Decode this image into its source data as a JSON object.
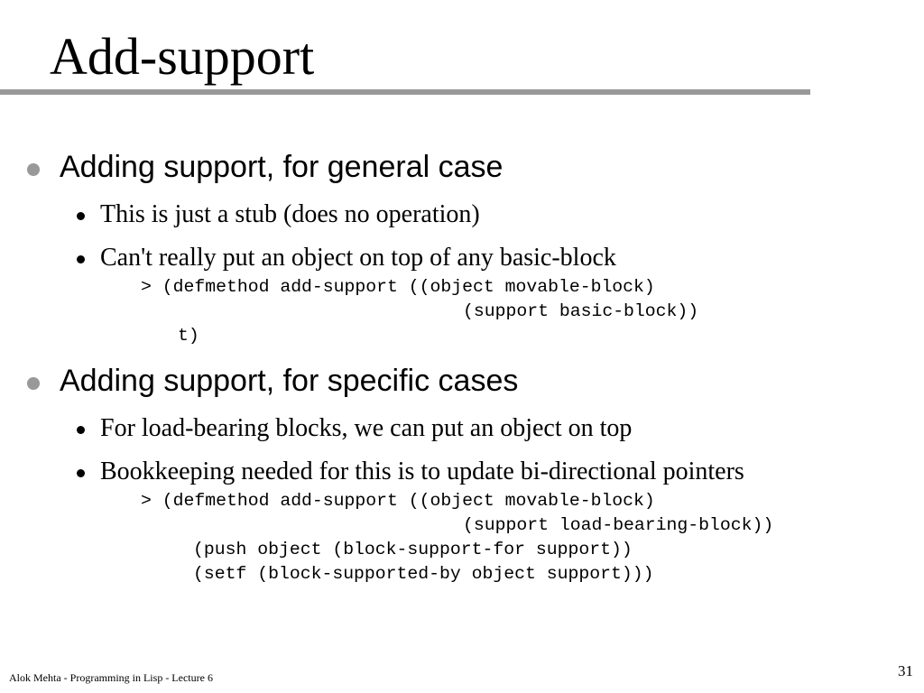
{
  "slide": {
    "title": "Add-support",
    "bullets": [
      {
        "text": "Adding support, for general case",
        "subbullets": [
          {
            "text": "This is just a stub (does no operation)"
          },
          {
            "text": "Can't really put an object on top of any basic-block"
          }
        ],
        "code": [
          "> (defmethod add-support ((object movable-block)",
          "(support basic-block))",
          "t)"
        ]
      },
      {
        "text": "Adding support, for specific cases",
        "subbullets": [
          {
            "text": "For load-bearing blocks, we can put an object on top"
          },
          {
            "text": "Bookkeeping needed for this is to update bi-directional pointers"
          }
        ],
        "code": [
          "> (defmethod add-support ((object movable-block)",
          "(support load-bearing-block))",
          "(push object (block-support-for support))",
          "(setf (block-supported-by object support)))"
        ]
      }
    ]
  },
  "footer": {
    "left": "Alok Mehta - Programming in Lisp - Lecture 6",
    "page_number": "31"
  }
}
